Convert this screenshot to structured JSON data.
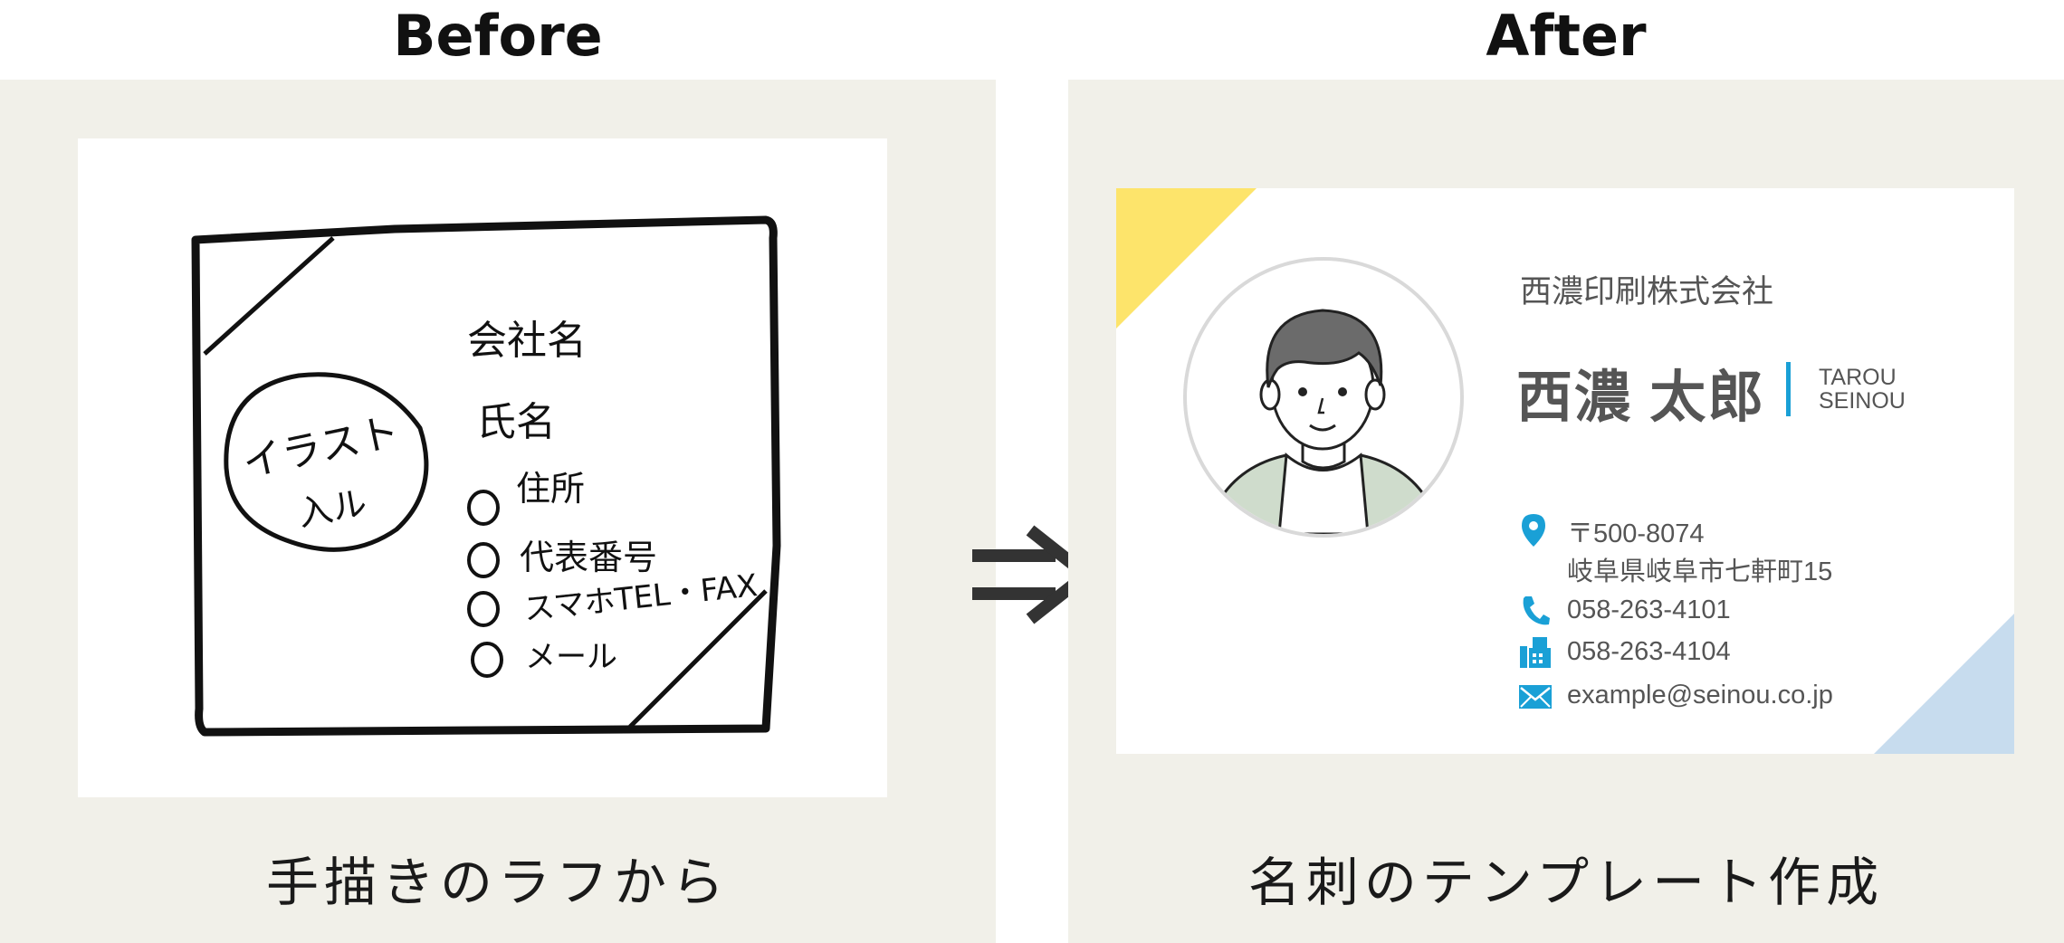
{
  "before": {
    "heading": "Before",
    "caption": "手描きのラフから",
    "sketch": {
      "illustration_line1": "イラスト",
      "illustration_line2": "入ル",
      "company": "会社名",
      "name": "氏名",
      "items": [
        "住所",
        "代表番号",
        "スマホTEL・FAX",
        "メール"
      ]
    }
  },
  "after": {
    "heading": "After",
    "caption": "名刺のテンプレート作成",
    "card": {
      "company": "西濃印刷株式会社",
      "name": "西濃 太郎",
      "name_roman_1": "TAROU",
      "name_roman_2": "SEINOU",
      "postal": "〒500-8074",
      "address": "岐阜県岐阜市七軒町15",
      "tel": "058-263-4101",
      "fax": "058-263-4104",
      "email": "example@seinou.co.jp",
      "accent_color": "#1aa0d6",
      "yellow_color": "#fde46b",
      "blue_color": "#c7dcee"
    }
  },
  "arrow_symbol": "⇒"
}
